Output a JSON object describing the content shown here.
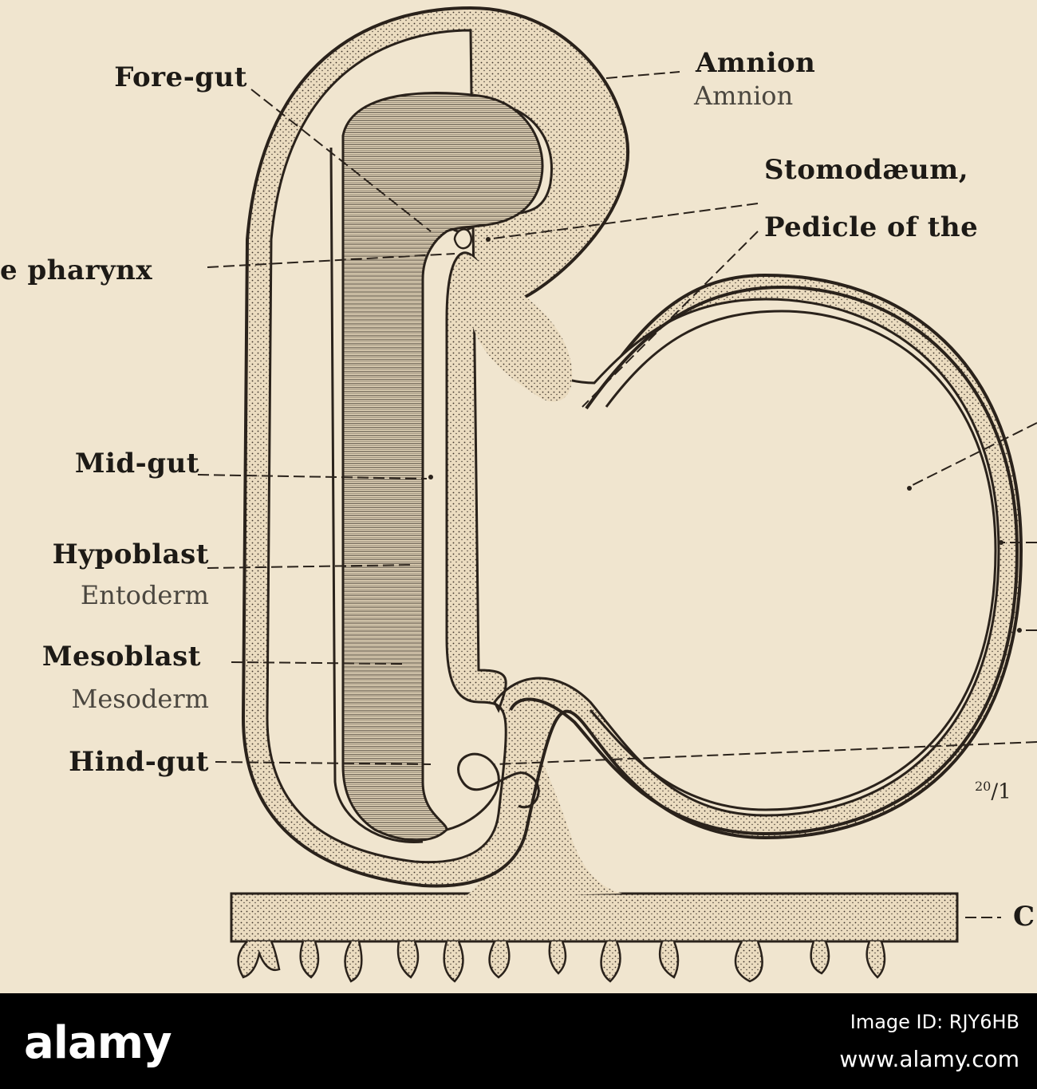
{
  "figure": {
    "labels": {
      "fore_gut": "Fore-gut",
      "pharynx": "e pharynx",
      "mid_gut": "Mid-gut",
      "hypoblast": "Hypoblast",
      "entoderm": "Entoderm",
      "mesoblast": "Mesoblast",
      "mesoderm": "Mesoderm",
      "hind_gut": "Hind-gut",
      "amnion_bold": "Amnion",
      "amnion_gloss": "Amnion",
      "stomodaeum": "Stomodæum,",
      "pedicle": "Pedicle of the",
      "chorion_fragment": "C"
    },
    "scale": {
      "numerator": "20",
      "separator": "/",
      "denominator": "1"
    }
  },
  "watermark": {
    "logo": "alamy",
    "image_id": "Image ID: RJY6HB",
    "url": "www.alamy.com"
  }
}
